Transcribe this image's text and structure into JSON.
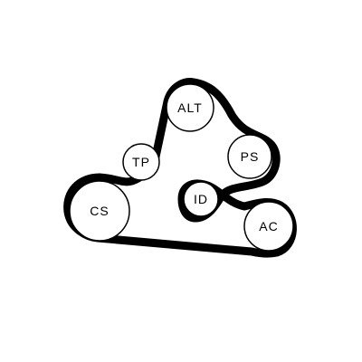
{
  "diagram": {
    "belt_color": "#000000",
    "pulley_fill": "#ffffff",
    "pulleys": [
      {
        "id": "alt",
        "label": "ALT"
      },
      {
        "id": "ps",
        "label": "PS"
      },
      {
        "id": "tp",
        "label": "TP"
      },
      {
        "id": "id",
        "label": "ID"
      },
      {
        "id": "cs",
        "label": "CS"
      },
      {
        "id": "ac",
        "label": "AC"
      }
    ]
  }
}
